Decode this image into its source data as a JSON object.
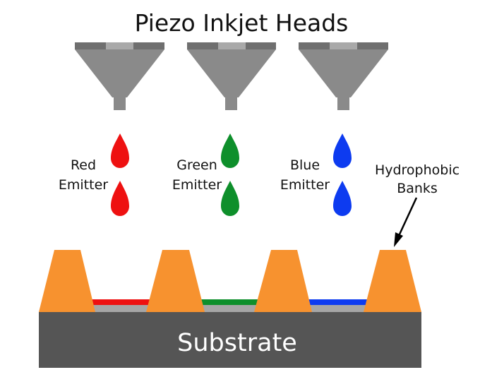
{
  "title": "Piezo Inkjet Heads",
  "emitters": [
    {
      "line1": "Red",
      "line2": "Emitter",
      "color": "#ee1111"
    },
    {
      "line1": "Green",
      "line2": "Emitter",
      "color": "#0e8f2b"
    },
    {
      "line1": "Blue",
      "line2": "Emitter",
      "color": "#0d3bf0"
    }
  ],
  "banks_label": {
    "line1": "Hydrophobic",
    "line2": "Banks"
  },
  "substrate_label": "Substrate",
  "colors": {
    "head_body": "#8a8a8a",
    "head_cap": "#6f6f6f",
    "head_cap_center": "#a9a9a9",
    "bank": "#f7922f",
    "substrate": "#555555",
    "gap_gray": "#a6a6a6"
  }
}
